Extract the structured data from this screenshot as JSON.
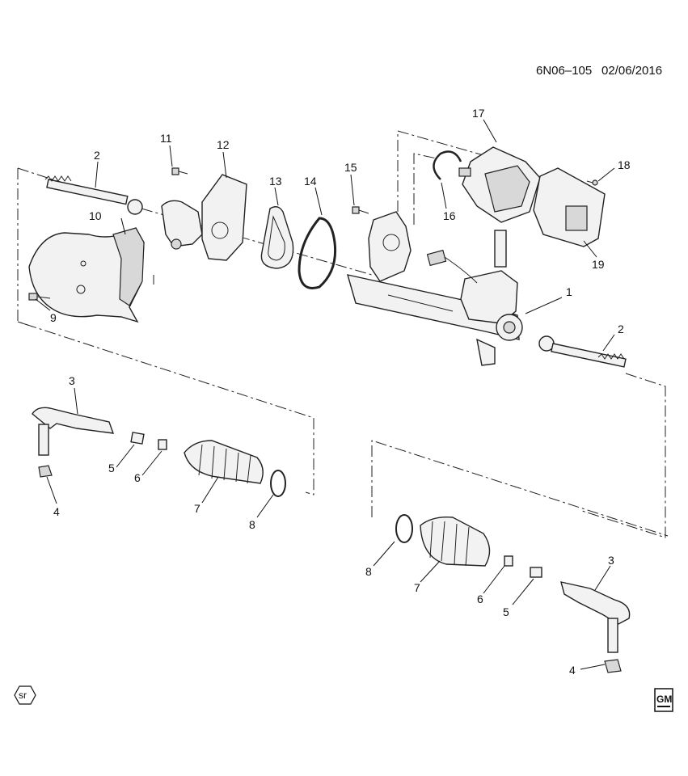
{
  "diagram": {
    "code": "6N06–105",
    "date": "02/06/2016",
    "callouts": [
      {
        "id": "c1",
        "label": "1"
      },
      {
        "id": "c2a",
        "label": "2"
      },
      {
        "id": "c2b",
        "label": "2"
      },
      {
        "id": "c3a",
        "label": "3"
      },
      {
        "id": "c3b",
        "label": "3"
      },
      {
        "id": "c4a",
        "label": "4"
      },
      {
        "id": "c4b",
        "label": "4"
      },
      {
        "id": "c5a",
        "label": "5"
      },
      {
        "id": "c5b",
        "label": "5"
      },
      {
        "id": "c6a",
        "label": "6"
      },
      {
        "id": "c6b",
        "label": "6"
      },
      {
        "id": "c7a",
        "label": "7"
      },
      {
        "id": "c7b",
        "label": "7"
      },
      {
        "id": "c8a",
        "label": "8"
      },
      {
        "id": "c8b",
        "label": "8"
      },
      {
        "id": "c9",
        "label": "9"
      },
      {
        "id": "c10",
        "label": "10"
      },
      {
        "id": "c11",
        "label": "11"
      },
      {
        "id": "c12",
        "label": "12"
      },
      {
        "id": "c13",
        "label": "13"
      },
      {
        "id": "c14",
        "label": "14"
      },
      {
        "id": "c15",
        "label": "15"
      },
      {
        "id": "c16",
        "label": "16"
      },
      {
        "id": "c17",
        "label": "17"
      },
      {
        "id": "c18",
        "label": "18"
      },
      {
        "id": "c19",
        "label": "19"
      }
    ],
    "sr_label": "sr",
    "logo_text": "GM"
  }
}
